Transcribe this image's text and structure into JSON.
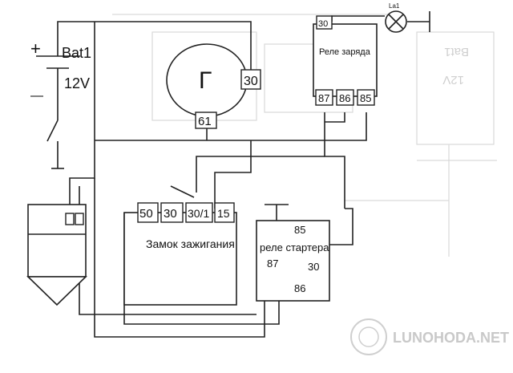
{
  "battery": {
    "name": "Bat1",
    "voltage": "12V",
    "plus": "+",
    "minus": "—"
  },
  "generator": {
    "symbol": "Г",
    "pin_30": "30",
    "pin_61": "61"
  },
  "charge_relay": {
    "title": "Реле заряда",
    "pin_30": "30",
    "pin_87": "87",
    "pin_86": "86",
    "pin_85": "85"
  },
  "lamp": {
    "name": "La1"
  },
  "ignition_switch": {
    "title": "Замок зажигания",
    "pin_50": "50",
    "pin_30": "30",
    "pin_30_1": "30/1",
    "pin_15": "15"
  },
  "starter_relay": {
    "title": "реле стартера",
    "pin_85": "85",
    "pin_87": "87",
    "pin_30": "30",
    "pin_86": "86"
  },
  "watermark": {
    "text": "LUNOHODA.NET"
  }
}
